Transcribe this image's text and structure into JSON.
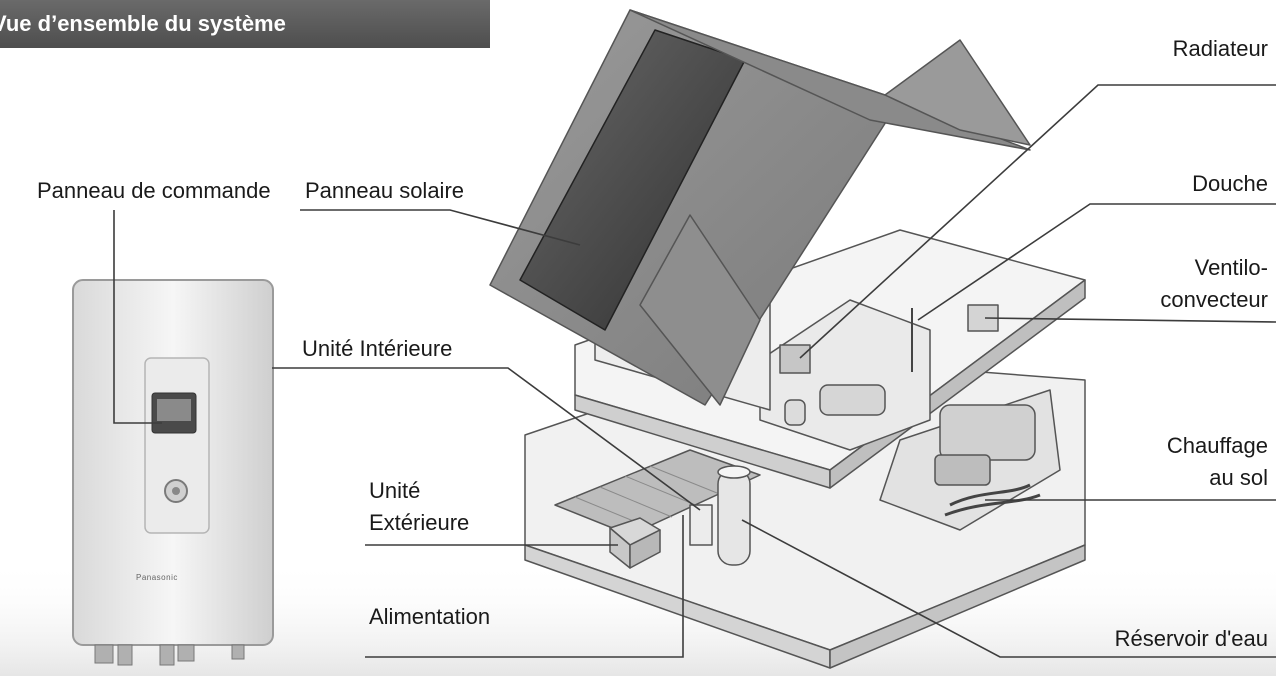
{
  "title": "Vue d’ensemble du système",
  "brand": "Panasonic",
  "labels": {
    "control_panel": "Panneau de commande",
    "solar_panel": "Panneau solaire",
    "indoor_unit": "Unité Intérieure",
    "outdoor_unit_line1": "Unité",
    "outdoor_unit_line2": "Extérieure",
    "power_supply": "Alimentation",
    "radiator": "Radiateur",
    "shower": "Douche",
    "fan_coil_line1": "Ventilo-",
    "fan_coil_line2": "convecteur",
    "floor_heating_line1": "Chauffage",
    "floor_heating_line2": "au sol",
    "water_tank": "Réservoir d'eau"
  }
}
